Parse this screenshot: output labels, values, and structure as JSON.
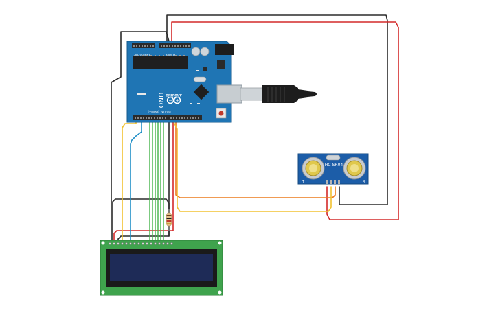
{
  "board": {
    "brand": "ARDUINO",
    "model": "UNO",
    "power_header_label": "POWER",
    "analog_header_label": "ANALOG IN",
    "digital_header_label": "DIGITAL (PWM~)"
  },
  "sensor": {
    "model": "HC-SR04",
    "left_mark": "T",
    "right_mark": "R"
  },
  "colors": {
    "board_blue": "#1f75b4",
    "sensor_blue": "#1c5da8",
    "lcd_green": "#3fa34d",
    "lcd_screen": "#1e2b57",
    "wire_black": "#2b2b2b",
    "wire_red": "#d42a2a",
    "wire_yellow": "#f2c230",
    "wire_orange": "#ec7a1c",
    "wire_green": "#44b34a",
    "wire_blue": "#1f8fc7"
  },
  "icons": {
    "usb": "usb-cable-icon",
    "infinity": "arduino-logo-icon",
    "reset": "reset-button-icon"
  }
}
